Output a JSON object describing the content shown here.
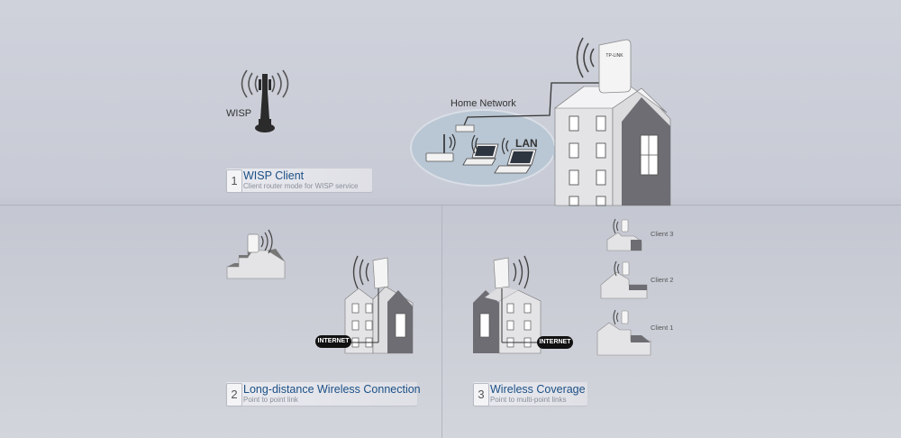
{
  "labels": {
    "wisp": "WISP",
    "home_network": "Home Network",
    "lan": "LAN",
    "internet": "INTERNET",
    "client1": "Client 1",
    "client2": "Client 2",
    "client3": "Client 3"
  },
  "cards": [
    {
      "number": "1",
      "title": "WISP Client",
      "subtitle": "Client router mode for WISP service"
    },
    {
      "number": "2",
      "title": "Long-distance Wireless Connection",
      "subtitle": "Point to point link"
    },
    {
      "number": "3",
      "title": "Wireless Coverage",
      "subtitle": "Point to multi-point links"
    }
  ],
  "device_brand": "TP-LINK",
  "icons": [
    "wisp-tower-icon",
    "router-icon",
    "laptop-icon",
    "cpe-device-icon",
    "house-icon",
    "wifi-waves-icon",
    "internet-cloud-icon"
  ],
  "colors": {
    "title_blue": "#1b4f86",
    "background": "#c9ccd6",
    "house_gray": "#e3e3e6",
    "house_dark": "#6c6c72"
  }
}
